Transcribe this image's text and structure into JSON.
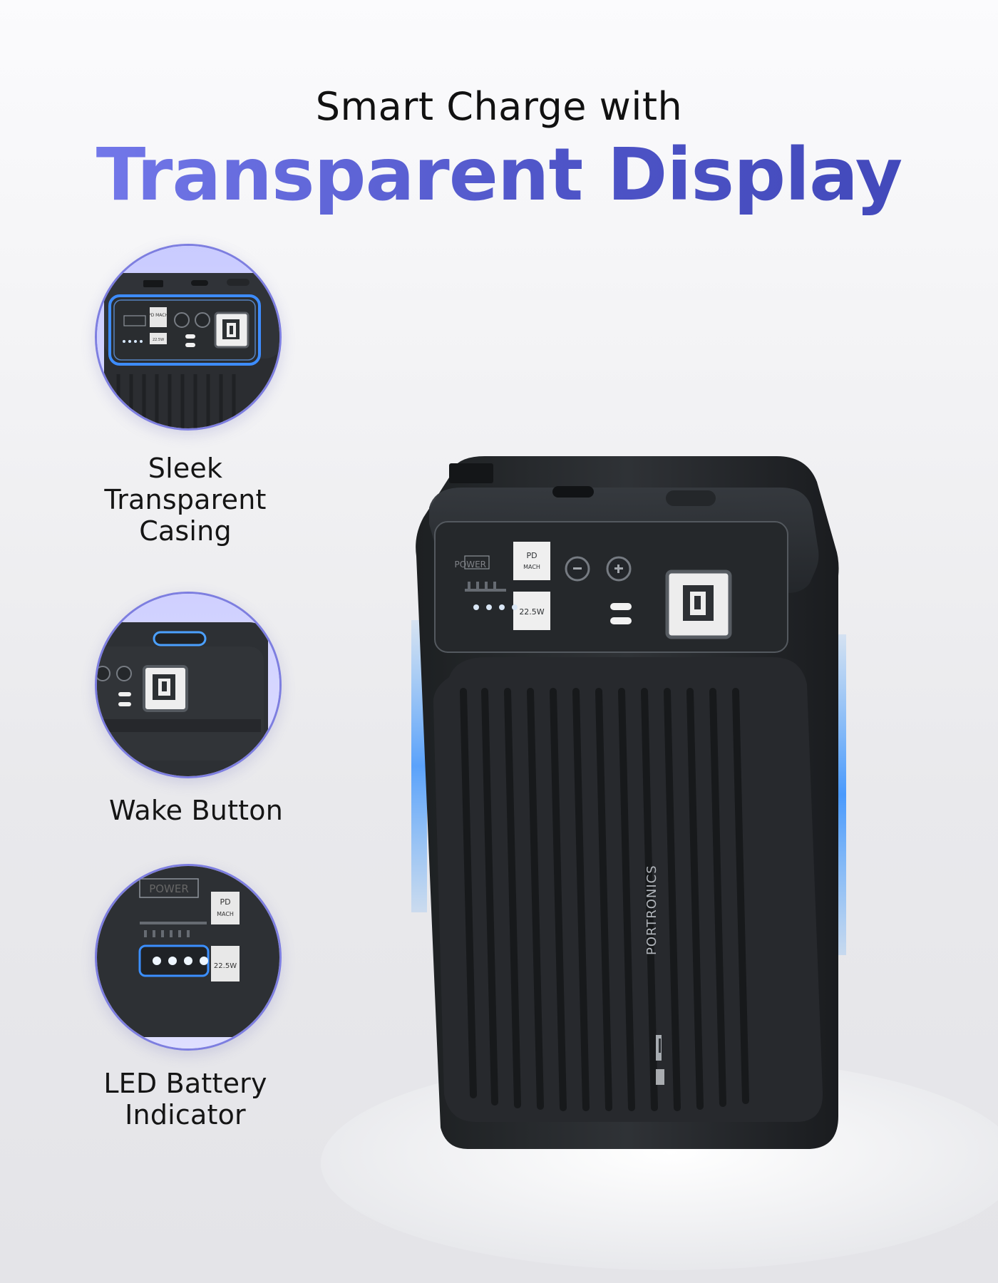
{
  "headline": {
    "line1": "Smart Charge with",
    "line2": "Transparent Display"
  },
  "features": [
    {
      "label": "Sleek\nTransparent\nCasing",
      "icon": "transparent-casing-closeup",
      "closeup_text": [
        "PD MACH",
        "22.5W"
      ]
    },
    {
      "label": "Wake Button",
      "icon": "wake-button-closeup"
    },
    {
      "label": "LED Battery\nIndicator",
      "icon": "led-indicator-closeup",
      "closeup_text": [
        "POWER",
        "PD",
        "MACH",
        "22.5W"
      ]
    }
  ],
  "product": {
    "panel_text": {
      "power": "POWER",
      "pd": "PD",
      "mach": "MACH",
      "wattage": "22.5W"
    },
    "brand": "PORTRONICS",
    "led_count": 4
  },
  "colors": {
    "headline_dark": "#111111",
    "headline_accent": "#5b62d6",
    "circle_border": "#7d7ee0",
    "device_body": "#2f3134",
    "glow": "#2f8cff"
  }
}
